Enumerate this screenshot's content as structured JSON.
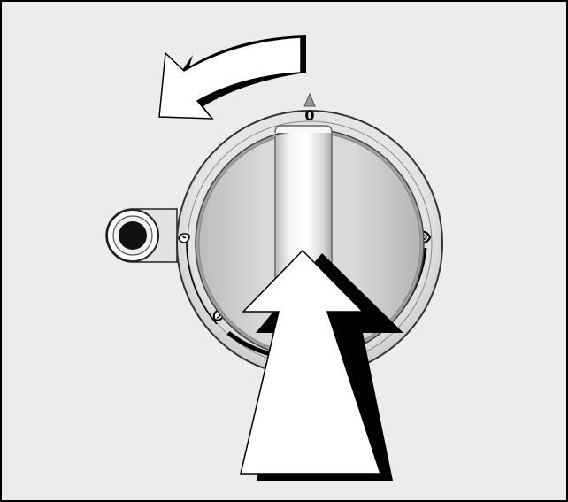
{
  "diagram": {
    "dial_marking_top": "0",
    "markings": [
      {
        "name": "small-flame-icon",
        "meaning": "low"
      },
      {
        "name": "medium-flame-icon",
        "meaning": "medium"
      },
      {
        "name": "large-flame-icon",
        "meaning": "high"
      }
    ],
    "instructions": [
      {
        "name": "push-in-arrow",
        "direction": "up"
      },
      {
        "name": "rotate-counterclockwise-arrow",
        "direction": "counterclockwise"
      }
    ],
    "colors": {
      "panel_background": "#ececec",
      "frame": "#000000",
      "dial_ring": "#bdbdbd",
      "knob_face": "#cfcfcf",
      "knob_grip": "#e6e6e6",
      "arrow_fill": "#ffffff"
    }
  }
}
